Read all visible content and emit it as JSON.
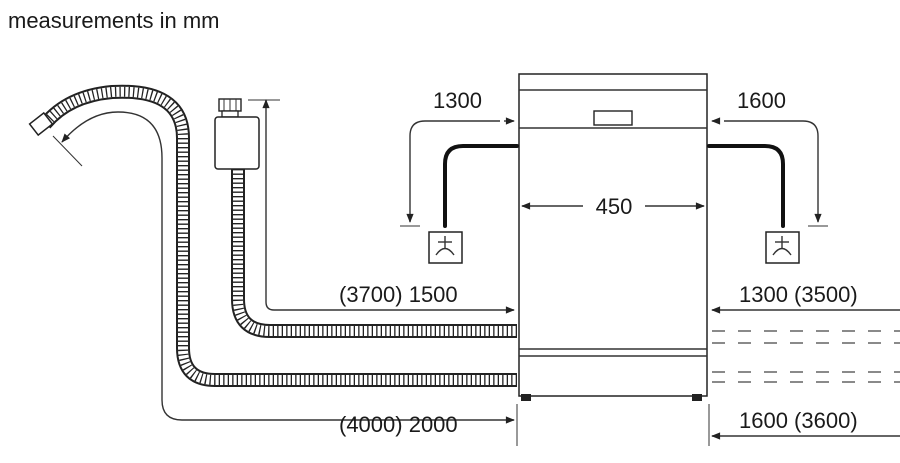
{
  "header": {
    "title": "measurements in mm"
  },
  "dimensions": {
    "width": "450",
    "left_top": "1300",
    "right_top": "1600",
    "left_middle": "(3700) 1500",
    "right_middle": "1300 (3500)",
    "left_bottom": "(4000) 2000",
    "right_bottom": "1600 (3600)"
  },
  "colors": {
    "line": "#333333",
    "pipe": "#111111",
    "background": "#ffffff"
  },
  "icons": [
    "dishwasher-body",
    "drain-hose",
    "supply-hose",
    "aquastop-valve",
    "water-tap-symbol",
    "dimension-arrow"
  ]
}
